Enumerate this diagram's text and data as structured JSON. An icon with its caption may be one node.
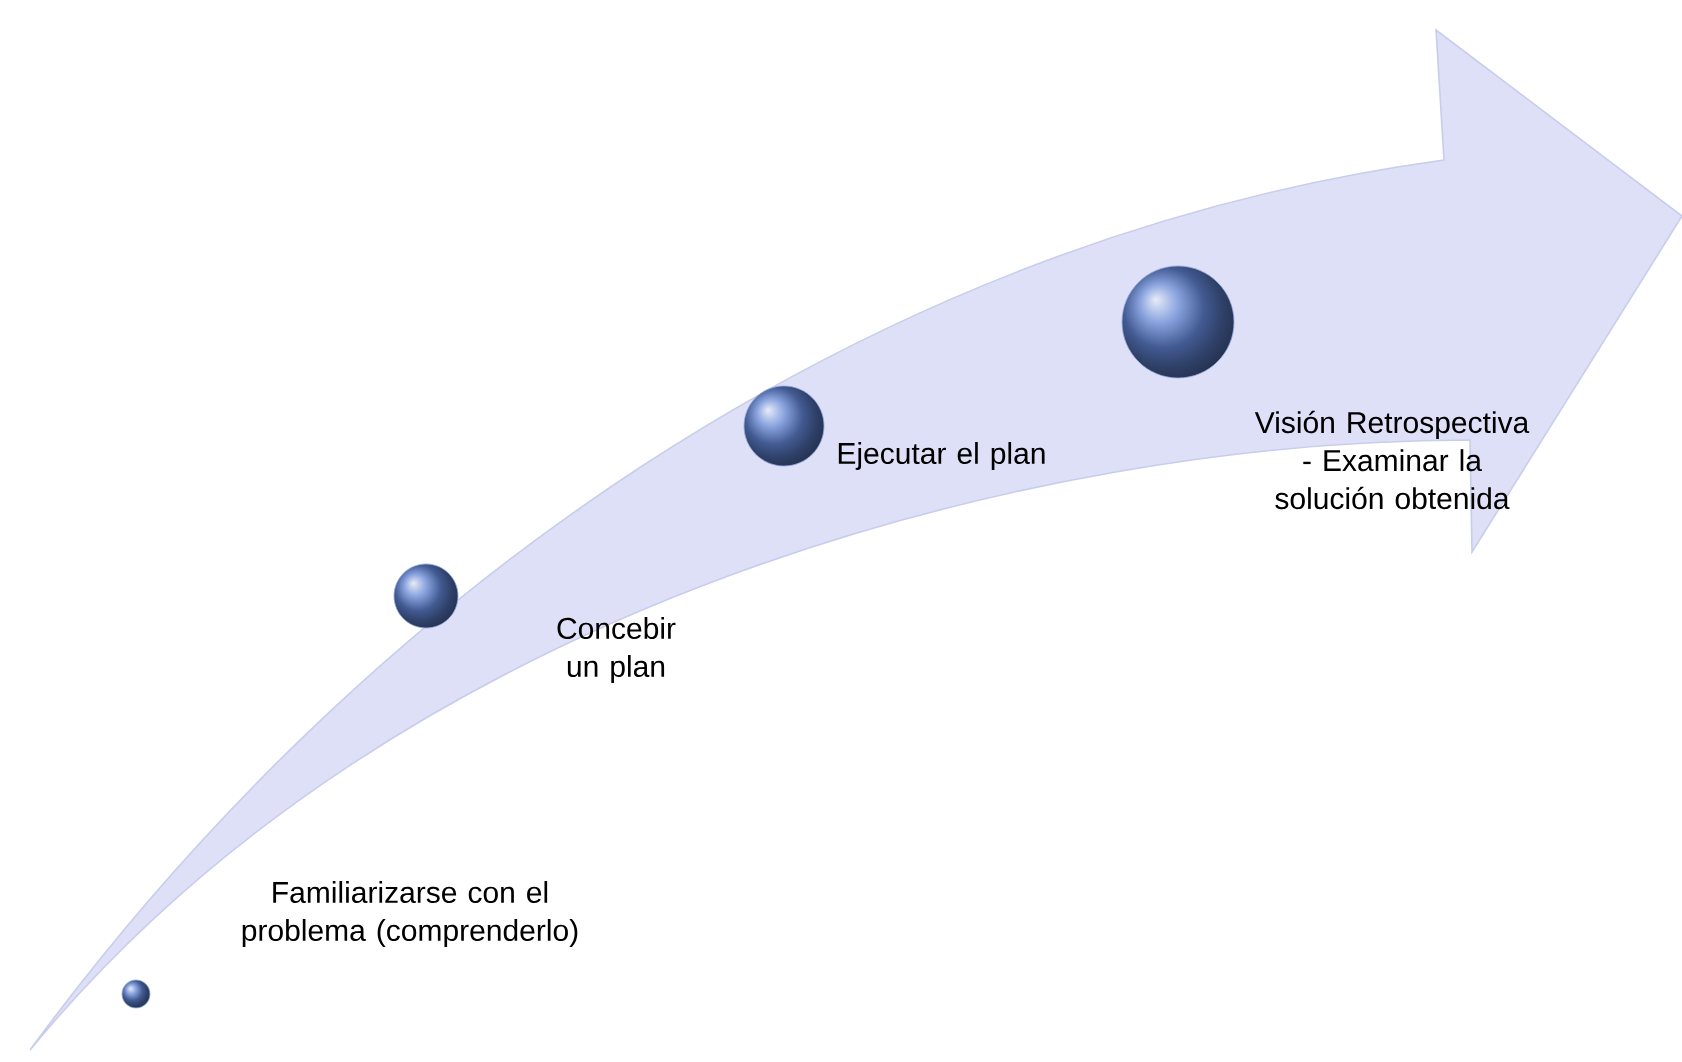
{
  "diagram": {
    "nodes": [
      {
        "text": [],
        "shape": "circle",
        "beside": [
          "Familiarizarse con el problema (comprenderlo)"
        ]
      },
      {
        "text": [],
        "shape": "circle",
        "beside": [
          "Concebir un plan"
        ]
      },
      {
        "text": [],
        "shape": "circle",
        "beside": [
          "Ejecutar el plan"
        ]
      },
      {
        "text": [],
        "shape": "circle",
        "beside": [
          "Visión Retrospectiva - Examinar la solución obtenida"
        ]
      }
    ]
  }
}
